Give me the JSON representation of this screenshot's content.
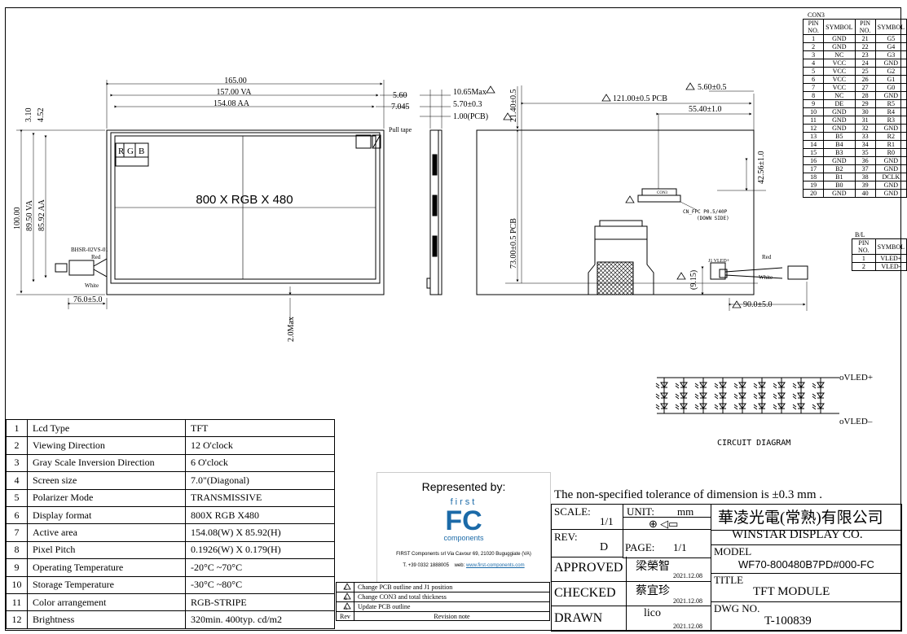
{
  "drawing": {
    "front_view": {
      "dims": [
        "165.00",
        "157.00 VA",
        "154.08 AA",
        "5.60",
        "7.045",
        "3.10",
        "4.52",
        "100.00",
        "89.50 VA",
        "85.92 AA",
        "76.0±5.0",
        "2.0Max"
      ],
      "rgb_letters": [
        "R",
        "G",
        "B"
      ],
      "center_label": "800 X RGB X 480",
      "connector_label": "BHSR-02VS-01",
      "wire_red": "Red",
      "wire_white": "White",
      "pull_tape": "Pull tape"
    },
    "side_view": {
      "dims": [
        "10.65Max",
        "5.70±0.3",
        "1.00(PCB)"
      ]
    },
    "back_view": {
      "dims": [
        "121.00±0.5 PCB",
        "5.60±0.5",
        "55.40±1.0",
        "21.40±0.5",
        "42.56±1.0",
        "73.00±0.5 PCB",
        "(9.15)",
        "90.0±5.0"
      ],
      "con3_label": "CON3",
      "fpc_label": "CN_FPC P0.5/40P",
      "fpc_sub": "(DOWN SIDE)",
      "j1_label": "J1 VLED+",
      "wire_red": "Red",
      "wire_white": "White"
    },
    "circuit": {
      "vled_plus": "oVLED+",
      "vled_minus": "oVLED–",
      "caption": "CIRCUIT DIAGRAM"
    }
  },
  "con3_table": {
    "title": "CON3",
    "headers": [
      "PIN NO.",
      "SYMBOL",
      "PIN NO.",
      "SYMBOL"
    ],
    "rows": [
      [
        "1",
        "GND",
        "21",
        "G5"
      ],
      [
        "2",
        "GND",
        "22",
        "G4"
      ],
      [
        "3",
        "NC",
        "23",
        "G3"
      ],
      [
        "4",
        "VCC",
        "24",
        "GND"
      ],
      [
        "5",
        "VCC",
        "25",
        "G2"
      ],
      [
        "6",
        "VCC",
        "26",
        "G1"
      ],
      [
        "7",
        "VCC",
        "27",
        "G0"
      ],
      [
        "8",
        "NC",
        "28",
        "GND"
      ],
      [
        "9",
        "DE",
        "29",
        "R5"
      ],
      [
        "10",
        "GND",
        "30",
        "R4"
      ],
      [
        "11",
        "GND",
        "31",
        "R3"
      ],
      [
        "12",
        "GND",
        "32",
        "GND"
      ],
      [
        "13",
        "B5",
        "33",
        "R2"
      ],
      [
        "14",
        "B4",
        "34",
        "R1"
      ],
      [
        "15",
        "B3",
        "35",
        "R0"
      ],
      [
        "16",
        "GND",
        "36",
        "GND"
      ],
      [
        "17",
        "B2",
        "37",
        "GND"
      ],
      [
        "18",
        "B1",
        "38",
        "DCLK"
      ],
      [
        "19",
        "B0",
        "39",
        "GND"
      ],
      [
        "20",
        "GND",
        "40",
        "GND"
      ]
    ]
  },
  "bl_table": {
    "title": "B/L",
    "headers": [
      "PIN NO.",
      "SYMBOL"
    ],
    "rows": [
      [
        "1",
        "VLED+"
      ],
      [
        "2",
        "VLED-"
      ]
    ]
  },
  "spec_table": {
    "rows": [
      [
        "1",
        "Lcd Type",
        "TFT"
      ],
      [
        "2",
        "Viewing Direction",
        "12 O'clock"
      ],
      [
        "3",
        "Gray Scale Inversion Direction",
        "6 O'clock"
      ],
      [
        "4",
        "Screen size",
        "7.0\"(Diagonal)"
      ],
      [
        "5",
        "Polarizer Mode",
        "TRANSMISSIVE"
      ],
      [
        "6",
        "Display format",
        "800X RGB X480"
      ],
      [
        "7",
        "Active area",
        "154.08(W) X 85.92(H)"
      ],
      [
        "8",
        "Pixel Pitch",
        "0.1926(W) X 0.179(H)"
      ],
      [
        "9",
        "Operating Temperature",
        "-20°C ~70°C"
      ],
      [
        "10",
        "Storage Temperature",
        "-30°C ~80°C"
      ],
      [
        "11",
        "Color arrangement",
        "RGB-STRIPE"
      ],
      [
        "12",
        "Brightness",
        "320min.  400typ. cd/m2"
      ]
    ]
  },
  "represented": {
    "heading": "Represented by:",
    "logo_top": "first",
    "logo_main": "FC",
    "logo_sub": "components",
    "address": "FIRST Components srl Via Cavour 69, 21020 Buguggiate (VA)",
    "phone": "T. +39 0332 1888005",
    "web_label": "web:",
    "web": "www.first-components.com",
    "brand_color": "#1b6aa8"
  },
  "revisions": {
    "rows": [
      [
        "C",
        "Change  PCB outline and  J1 position"
      ],
      [
        "B",
        "Change CON3 and total thickness"
      ],
      [
        "A",
        "Update PCB outline"
      ]
    ],
    "footer": [
      "Rev",
      "Revision note"
    ]
  },
  "title_block": {
    "tolerance_note": "The non-specified tolerance of dimension is ±0.3 mm .",
    "scale_label": "SCALE:",
    "scale_value": "1/1",
    "unit_label": "UNIT:",
    "unit_value": "mm",
    "rev_label": "REV:",
    "rev_value": "D",
    "page_label": "PAGE:",
    "page_value": "1/1",
    "company_cn": "華凌光電(常熟)有限公司",
    "company_en": "WINSTAR DISPLAY CO.",
    "model_label": "MODEL",
    "model_value": "WF70-800480B7PD#000-FC",
    "title_label": "TITLE",
    "title_value": "TFT MODULE",
    "dwg_label": "DWG NO.",
    "dwg_value": "T-100839",
    "approved_label": "APPROVED",
    "approved_name": "梁榮智",
    "approved_date": "2021.12.08",
    "checked_label": "CHECKED",
    "checked_name": "蔡宜珍",
    "checked_date": "2021.12.08",
    "drawn_label": "DRAWN",
    "drawn_name": "lico",
    "drawn_date": "2021.12.08"
  }
}
